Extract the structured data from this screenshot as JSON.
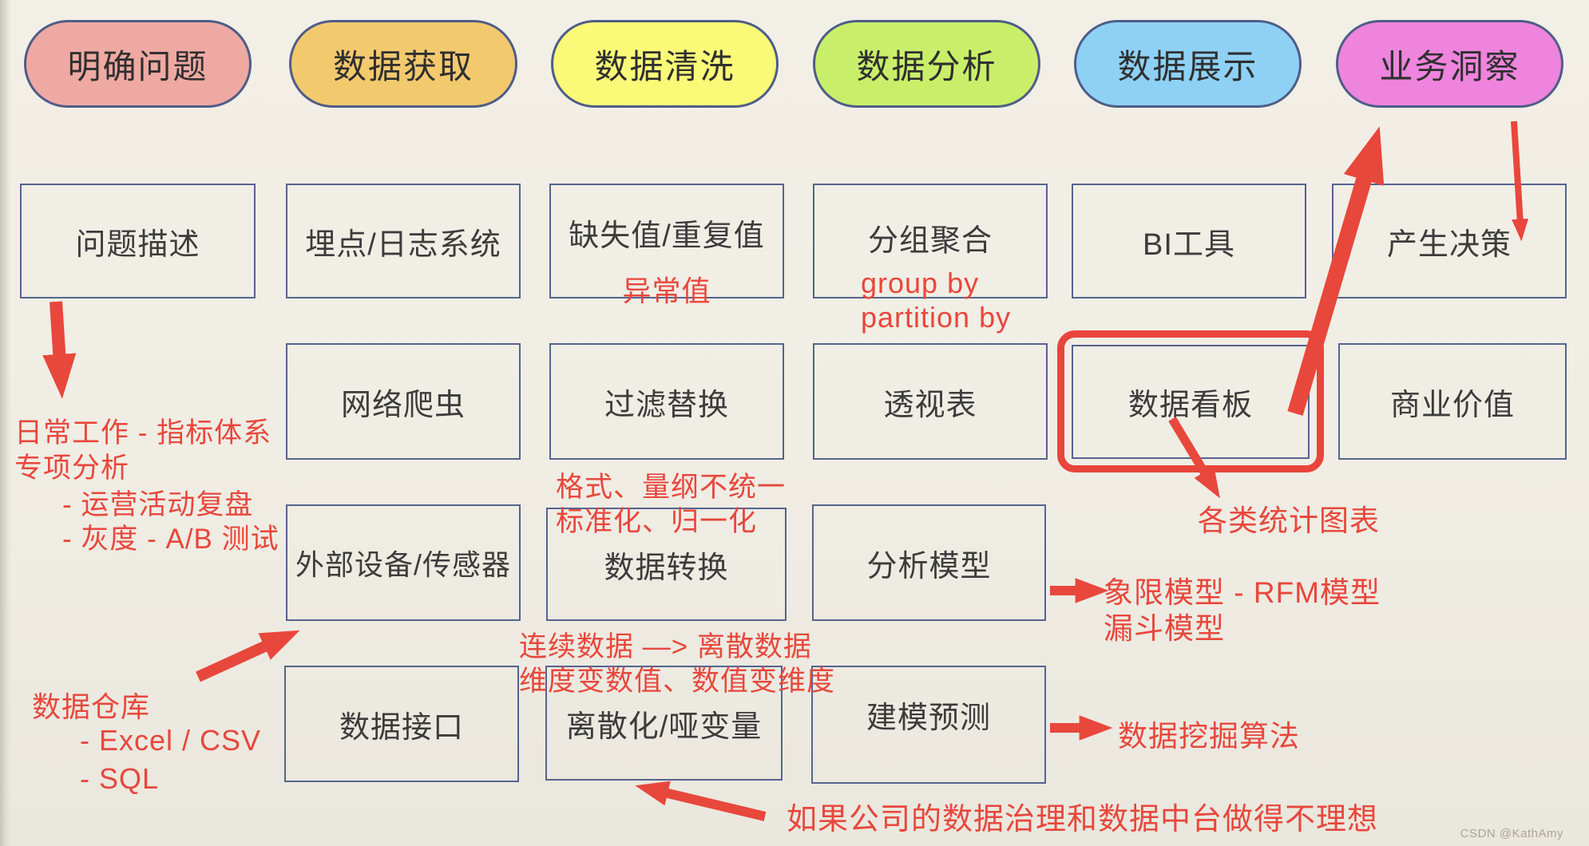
{
  "pipeline": {
    "stages": [
      {
        "label": "明确问题",
        "color": "#efa9a3",
        "items": [
          "问题描述"
        ]
      },
      {
        "label": "数据获取",
        "color": "#f3c96e",
        "items": [
          "埋点/日志系统",
          "网络爬虫",
          "外部设备/传感器",
          "数据接口"
        ]
      },
      {
        "label": "数据清洗",
        "color": "#fafa78",
        "items": [
          "缺失值/重复值",
          "过滤替换",
          "数据转换",
          "离散化/哑变量"
        ]
      },
      {
        "label": "数据分析",
        "color": "#c9ef6a",
        "items": [
          "分组聚合",
          "透视表",
          "分析模型",
          "建模预测"
        ]
      },
      {
        "label": "数据展示",
        "color": "#8ed1f5",
        "items": [
          "BI工具",
          "数据看板"
        ]
      },
      {
        "label": "业务洞察",
        "color": "#ee84dd",
        "items": [
          "产生决策",
          "商业价值"
        ]
      }
    ]
  },
  "annotations": {
    "outlier": "异常值",
    "group_by": "group by",
    "partition_by": "partition by",
    "daily_work": "日常工作 - 指标体系",
    "special_analysis": "专项分析",
    "ops_review": "- 运营活动复盘",
    "gray_ab_test": "- 灰度 - A/B 测试",
    "format_issue": "格式、量纲不统一",
    "standardize": "标准化、归一化",
    "continuous_to_discrete": "连续数据 —> 离散数据",
    "dim_value_swap": "维度变数值、数值变维度",
    "warehouse": "数据仓库",
    "excel_csv": "- Excel / CSV",
    "sql": "- SQL",
    "chart_types": "各类统计图表",
    "quadrant_rfm": "象限模型 - RFM模型",
    "funnel_model": "漏斗模型",
    "mining_algo": "数据挖掘算法",
    "governance_note": "如果公司的数据治理和数据中台做得不理想"
  },
  "colors": {
    "accent_red": "#e8473c",
    "box_border": "#55648e",
    "paper": "#f0ede4"
  },
  "watermark": "CSDN @KathAmy"
}
